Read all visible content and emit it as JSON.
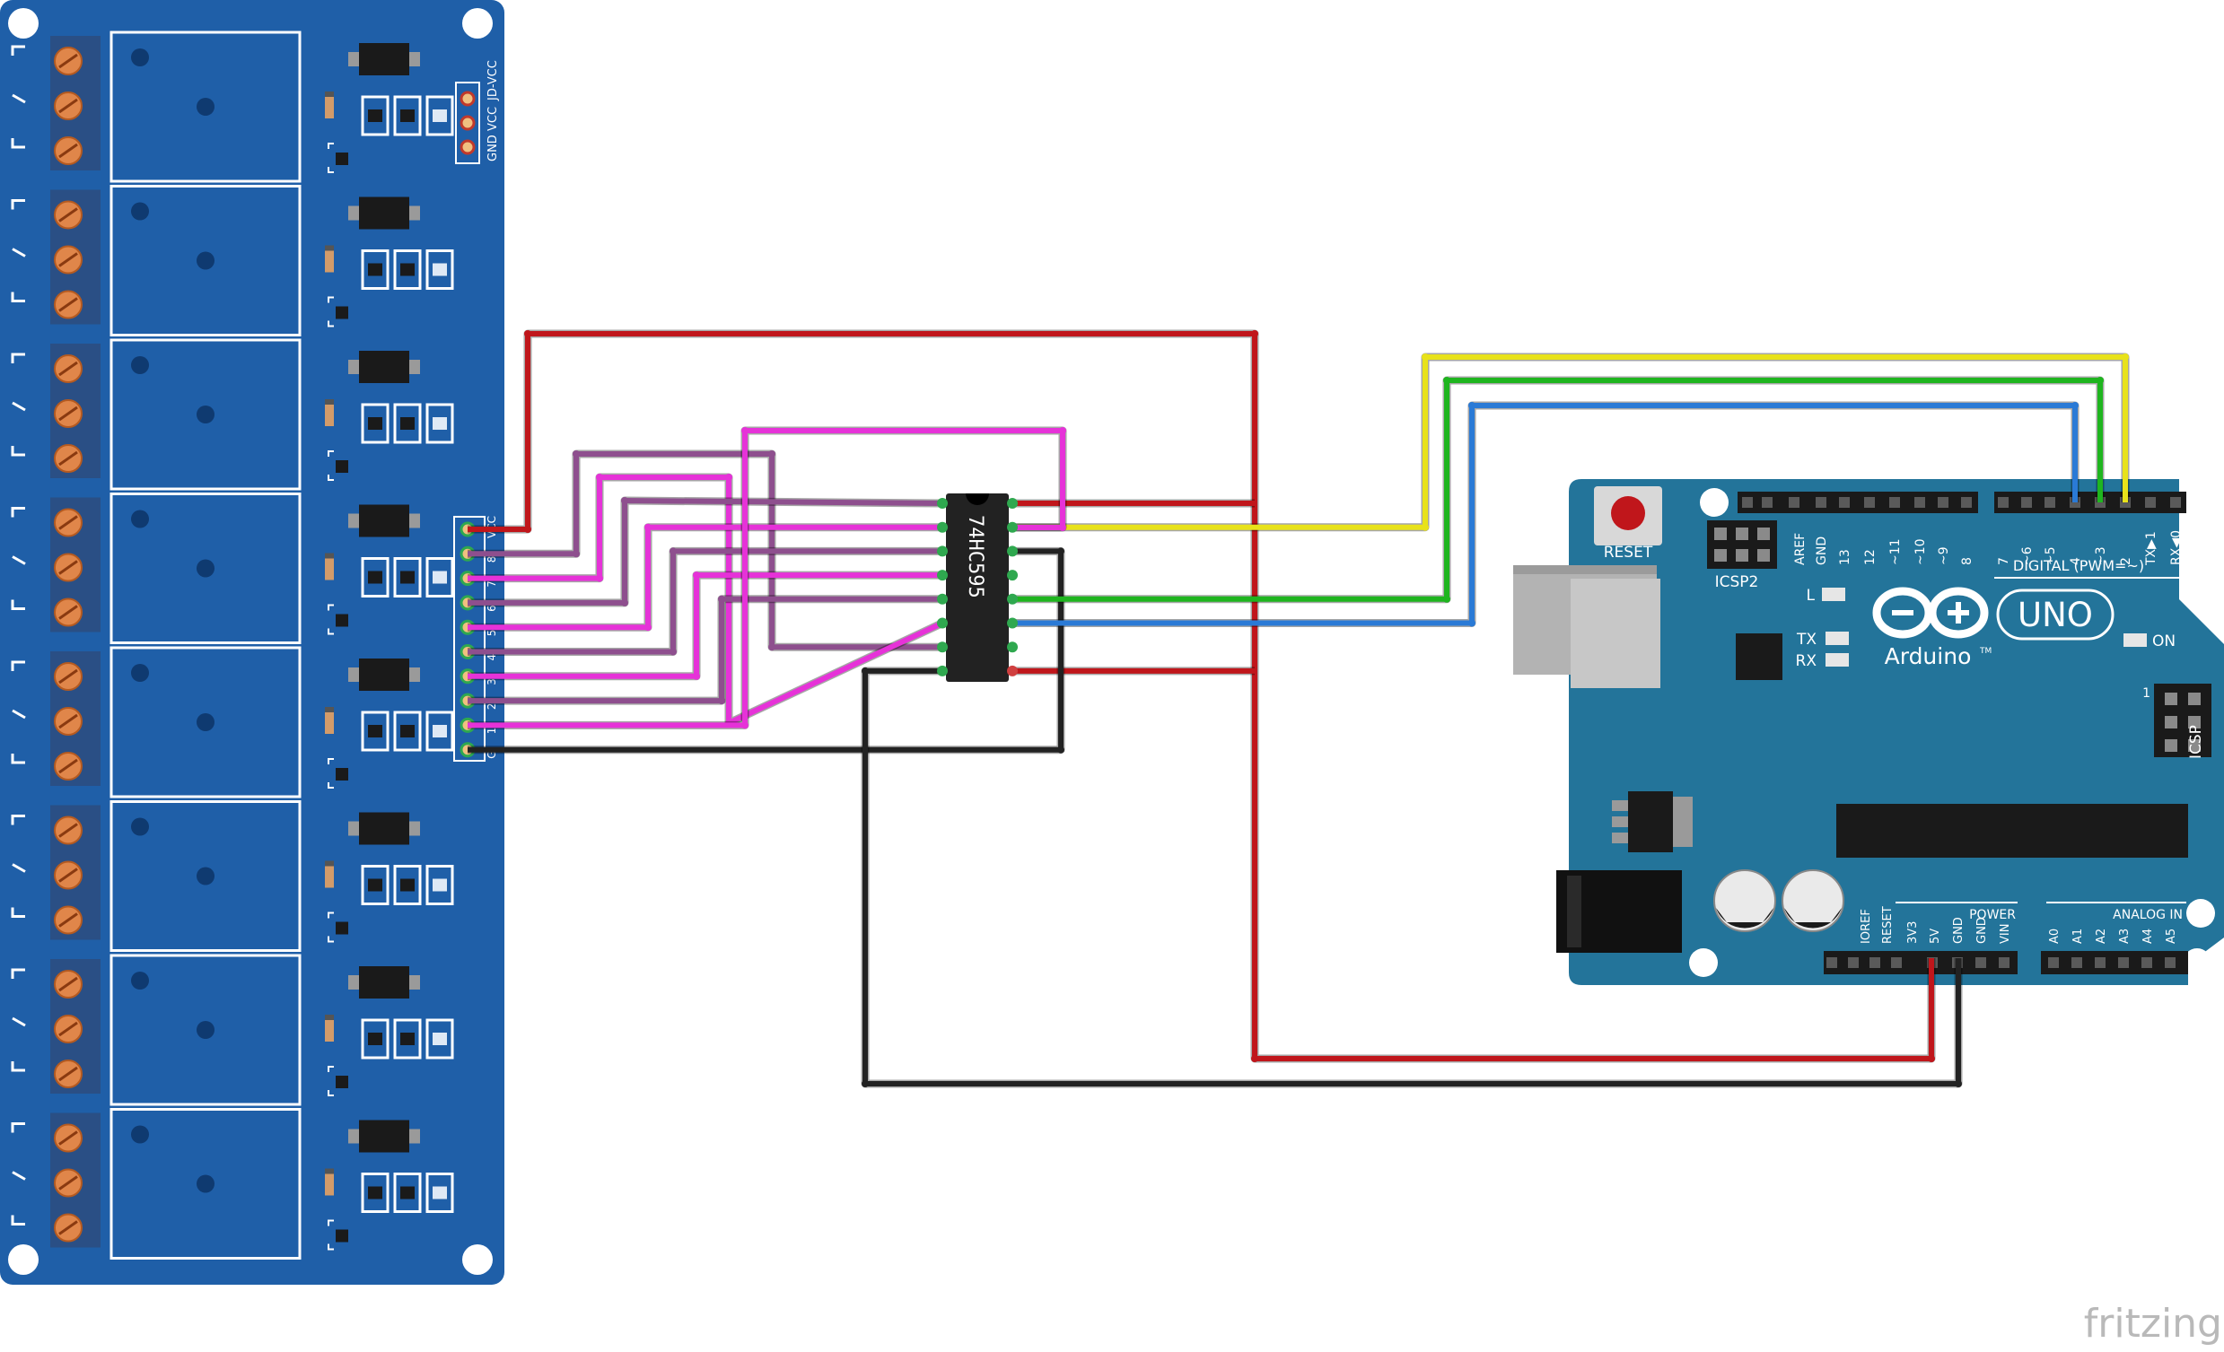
{
  "relay_module": {
    "header_labels": [
      "VCC",
      "8",
      "7",
      "6",
      "5",
      "4",
      "3",
      "2",
      "1",
      "G"
    ],
    "jumper_labels": [
      "GND",
      "VCC",
      "JD-VCC"
    ],
    "channel_count": 8,
    "board_color": "#1f5fa8"
  },
  "shift_register": {
    "label": "74HC595",
    "color": "#222222"
  },
  "arduino": {
    "logo_text": "Arduino",
    "logo_tm": "TM",
    "model_label": "UNO",
    "reset_label": "RESET",
    "icsp2_label": "ICSP2",
    "icsp_label": "ICSP",
    "icsp_pin1": "1",
    "led_l_label": "L",
    "led_tx_label": "TX",
    "led_rx_label": "RX",
    "led_on_label": "ON",
    "digital_label": "DIGITAL (PWM=~)",
    "digital_pins": [
      "AREF",
      "GND",
      "13",
      "12",
      "~11",
      "~10",
      "~9",
      "8",
      "7",
      "~6",
      "~5",
      "4",
      "~3",
      "2",
      "TX▶1",
      "RX◀0"
    ],
    "power_label": "POWER",
    "power_pins": [
      "IOREF",
      "RESET",
      "3V3",
      "5V",
      "GND",
      "GND",
      "VIN"
    ],
    "analog_label": "ANALOG IN",
    "analog_pins": [
      "A0",
      "A1",
      "A2",
      "A3",
      "A4",
      "A5"
    ],
    "board_color": "#23749a"
  },
  "wire_colors": {
    "power": "#c0161b",
    "ground": "#222222",
    "data": "#e8e21a",
    "latch": "#1fb51f",
    "clock": "#2a7ad6",
    "output_a": "#e632d8",
    "output_b": "#8e4f8e"
  },
  "watermark": "fritzing"
}
